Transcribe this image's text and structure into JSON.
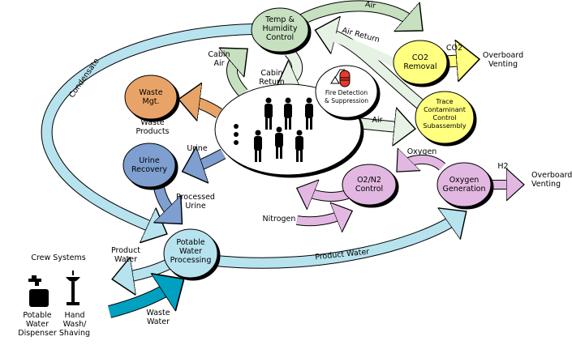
{
  "nodes": {
    "temp": [
      "Temp &",
      "Humidity",
      "Control"
    ],
    "co2": [
      "CO2",
      "Removal"
    ],
    "trace": [
      "Trace",
      "Contaminant",
      "Control",
      "Subassembly"
    ],
    "fire": [
      "Fire Detection",
      "& Suppression"
    ],
    "waste": [
      "Waste",
      "Mgt."
    ],
    "urine": [
      "Urine",
      "Recovery"
    ],
    "potable": [
      "Potable",
      "Water",
      "Processing"
    ],
    "o2n2": [
      "O2/N2",
      "Control"
    ],
    "oxygen_gen": [
      "Oxygen",
      "Generation"
    ]
  },
  "labels": {
    "condensate": "Condensate",
    "air_top": "Air",
    "air_return": "Air Return",
    "co2": "CO2",
    "overboard1": [
      "Overboard",
      "Venting"
    ],
    "cabin_air": [
      "Cabin",
      "Air"
    ],
    "cabin_return": [
      "Cabin",
      "Return"
    ],
    "air_mid": "Air",
    "waste_products": [
      "Waste",
      "Products"
    ],
    "urine": "Urine",
    "oxygen": "Oxygen",
    "h2": "H2",
    "overboard2": [
      "Overboard",
      "Venting"
    ],
    "processed_urine": [
      "Processed",
      "Urine"
    ],
    "nitrogen": "Nitrogen",
    "product_water_left": [
      "Product",
      "Water"
    ],
    "product_water_right": "Product Water",
    "waste_water": [
      "Waste",
      "Water"
    ],
    "crew_systems": "Crew Systems",
    "dispenser": [
      "Potable",
      "Water",
      "Dispenser"
    ],
    "handwash": [
      "Hand",
      "Wash/",
      "Shaving"
    ]
  },
  "colors": {
    "water": "#b7e3ef",
    "air_green": "#c6e0c0",
    "air_pale": "#e6f2e4",
    "yellow": "#ffff80",
    "orange": "#e8a468",
    "urine_blue": "#7e9fd0",
    "pink": "#e2b8e2",
    "waste_water": "#00a0c0",
    "fire_red": "#e83a2a"
  }
}
